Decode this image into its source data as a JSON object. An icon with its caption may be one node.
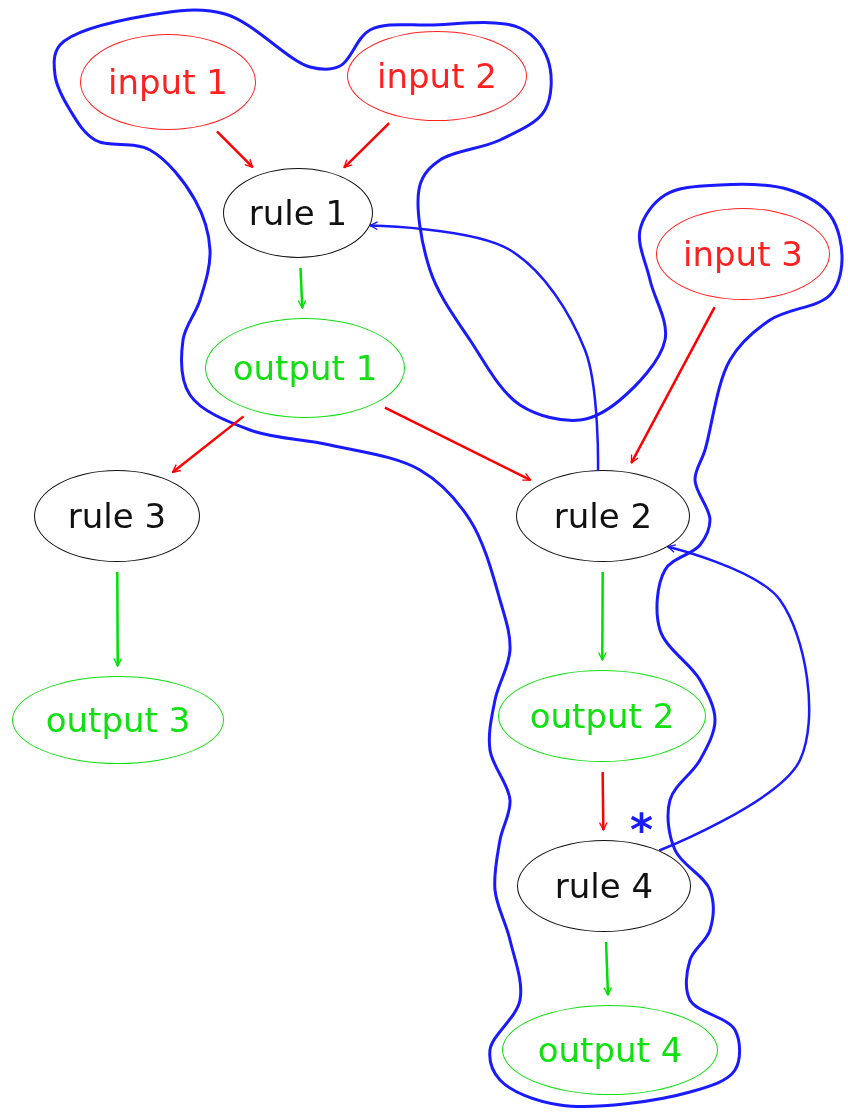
{
  "diagram": {
    "nodes": [
      {
        "text": [
          "input 1"
        ]
      },
      {
        "text": [
          "input 2"
        ]
      },
      {
        "text": [
          "rule 1"
        ]
      },
      {
        "text": [
          "input 3"
        ]
      },
      {
        "text": [
          "output 1"
        ]
      },
      {
        "text": [
          "rule 3"
        ]
      },
      {
        "text": [
          "rule 2"
        ]
      },
      {
        "text": [
          "output 3"
        ]
      },
      {
        "text": [
          "output 2"
        ]
      },
      {
        "text": [
          "rule 4"
        ]
      },
      {
        "text": [
          "output 4"
        ]
      }
    ],
    "edges": [
      {
        "from": 0,
        "to": 2,
        "arrow": "to"
      },
      {
        "from": 1,
        "to": 2,
        "arrow": "to"
      },
      {
        "from": 2,
        "to": 4,
        "arrow": "to",
        "color": "#00e000"
      },
      {
        "from": 3,
        "to": 6,
        "arrow": "to"
      },
      {
        "from": 4,
        "to": 5,
        "arrow": "to"
      },
      {
        "from": 4,
        "to": 6,
        "arrow": "to"
      },
      {
        "from": 5,
        "to": 7,
        "arrow": "to",
        "color": "#00e000"
      },
      {
        "from": 6,
        "to": 8,
        "arrow": "to",
        "color": "#00e000"
      },
      {
        "from": 8,
        "to": 9,
        "arrow": "to"
      },
      {
        "from": 9,
        "to": 10,
        "arrow": "to",
        "color": "#00e000"
      },
      {
        "from": 6,
        "to": 2,
        "arrow": "to",
        "color": "#1a1aff"
      },
      {
        "from": 9,
        "to": 6,
        "arrow": "to",
        "color": "#1a1aff"
      }
    ],
    "labels": [
      "*"
    ]
  }
}
